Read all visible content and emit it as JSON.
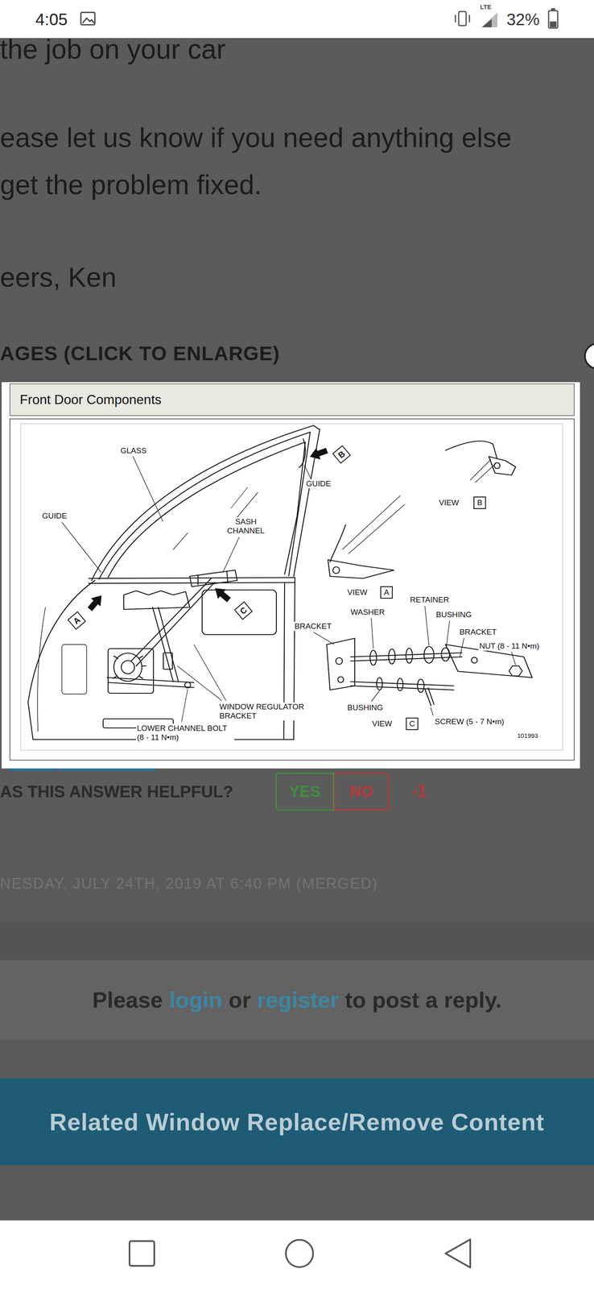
{
  "diagram": {
    "title": "Front Door Components",
    "nodes": [
      {
        "text": [
          "B"
        ]
      },
      {
        "text": [
          "B"
        ]
      },
      {
        "text": [
          "A"
        ]
      },
      {
        "text": [
          "C"
        ]
      },
      {
        "text": [
          "A"
        ]
      },
      {
        "text": [
          "C"
        ]
      },
      {
        "text": [
          "YES"
        ]
      },
      {
        "text": [
          "NO"
        ]
      },
      {
        "text": [
          "Please",
          "login",
          "or",
          "register",
          "to post a reply."
        ]
      },
      {
        "text": [
          "Related Window Replace/Remove Content"
        ]
      }
    ],
    "labels": [
      "4:05",
      "LTE",
      "32%",
      "the job on your car",
      "ease let us know if you need anything else",
      "get the problem fixed.",
      "eers, Ken",
      "AGES (CLICK TO ENLARGE)",
      "GLASS",
      "GUIDE",
      "VIEW",
      "GUIDE",
      "SASH CHANNEL",
      "VIEW",
      "RETAINER",
      "WASHER",
      "BUSHING",
      "BRACKET",
      "BRACKET",
      "NUT (8 - 11 N•m)",
      "WINDOW REGULATOR BRACKET",
      "BUSHING",
      "SCREW (5 - 7 N•m)",
      "VIEW",
      "101993",
      "LOWER CHANNEL BOLT (8 - 11 N•m)",
      "AS THIS ANSWER HELPFUL?",
      "-1",
      "NESDAY, JULY 24TH, 2019 AT 6:40 PM (MERGED)"
    ]
  }
}
